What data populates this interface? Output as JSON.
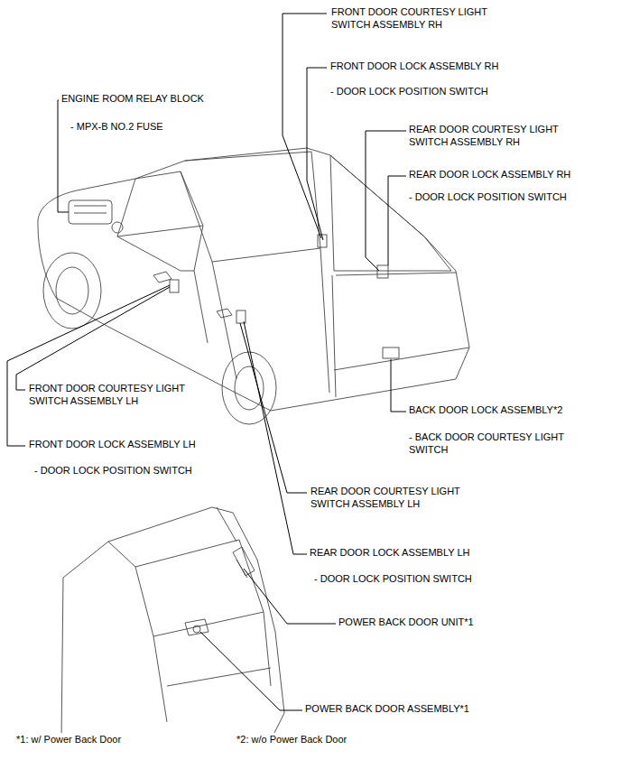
{
  "diagram": {
    "labels": [
      "FRONT DOOR COURTESY LIGHT SWITCH ASSEMBLY RH",
      "FRONT DOOR LOCK ASSEMBLY RH",
      "- DOOR LOCK POSITION SWITCH",
      "ENGINE ROOM RELAY BLOCK",
      "- MPX-B NO.2 FUSE",
      "REAR DOOR COURTESY LIGHT SWITCH ASSEMBLY RH",
      "REAR DOOR LOCK ASSEMBLY RH",
      "- DOOR LOCK POSITION SWITCH",
      "FRONT DOOR COURTESY LIGHT SWITCH ASSEMBLY LH",
      "FRONT DOOR LOCK ASSEMBLY LH",
      "- DOOR LOCK POSITION SWITCH",
      "BACK DOOR LOCK ASSEMBLY*2",
      "- BACK DOOR COURTESY LIGHT SWITCH",
      "REAR DOOR COURTESY LIGHT SWITCH ASSEMBLY LH",
      "REAR DOOR LOCK ASSEMBLY LH",
      "- DOOR LOCK POSITION SWITCH",
      "POWER BACK DOOR UNIT*1",
      "POWER BACK DOOR ASSEMBLY*1",
      "*1: w/ Power Back Door",
      "*2: w/o Power Back Door"
    ]
  }
}
